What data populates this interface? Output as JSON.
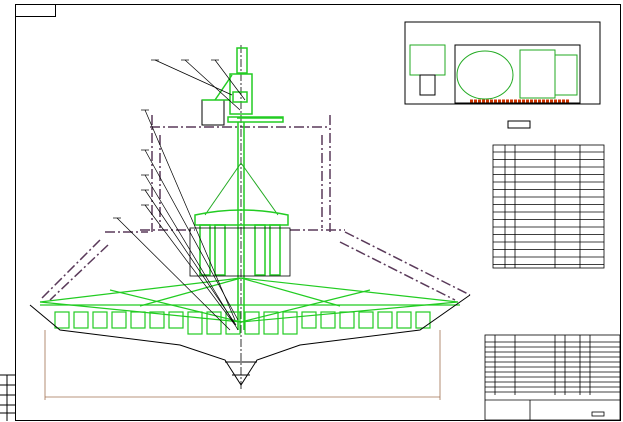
{
  "drawing": {
    "colors": {
      "background": "#ffffff",
      "outline": "#000000",
      "component": "#22cc22",
      "centerline": "#5a3a5a",
      "dimension": "#a07050",
      "highlight": "#cc3300"
    },
    "views": [
      "front-elevation",
      "top-view",
      "parts-table",
      "title-block"
    ]
  }
}
